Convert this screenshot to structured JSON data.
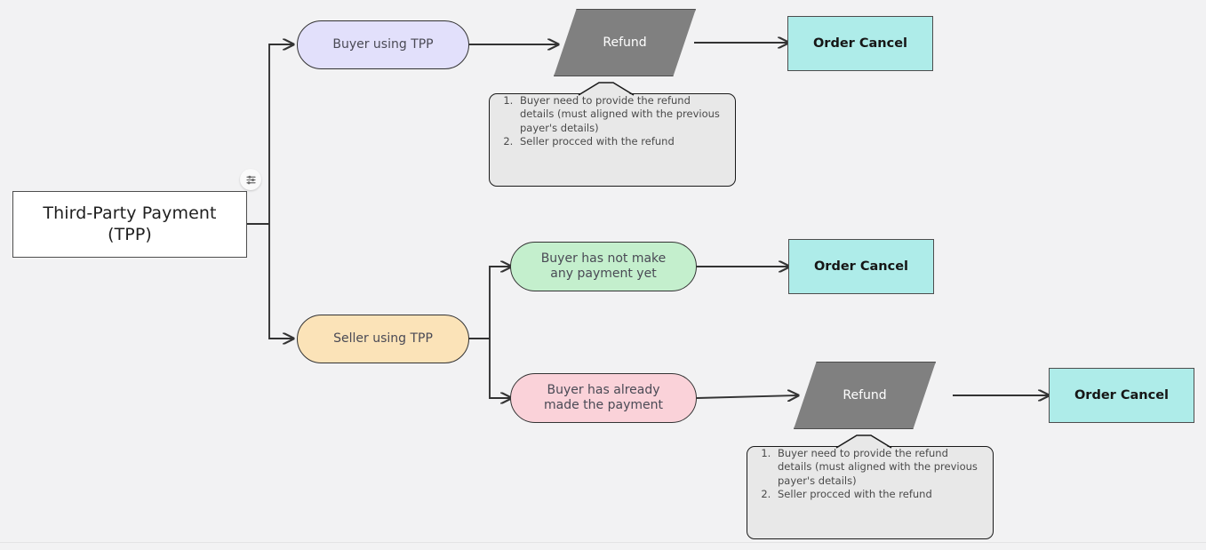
{
  "diagram": {
    "title_node": {
      "line1": "Third-Party Payment",
      "line2": "(TPP)"
    },
    "badge_icon": "settings-sliders-icon",
    "nodes": {
      "buyer_using_tpp": "Buyer using TPP",
      "seller_using_tpp": "Seller using TPP",
      "no_payment_yet": {
        "line1": "Buyer has not make",
        "line2": "any payment yet"
      },
      "already_paid": {
        "line1": "Buyer has already",
        "line2": "made the payment"
      },
      "refund_top": "Refund",
      "refund_bottom": "Refund",
      "order_cancel_1": "Order Cancel",
      "order_cancel_2": "Order Cancel",
      "order_cancel_3": "Order Cancel"
    },
    "notes": {
      "top": {
        "items": [
          "Buyer need to provide the refund details (must aligned with the previous payer's details)",
          "Seller procced with the refund"
        ]
      },
      "bottom": {
        "items": [
          "Buyer need to provide the refund details (must aligned with the previous payer's details)",
          "Seller procced with the refund"
        ]
      }
    },
    "colors": {
      "background": "#f2f2f3",
      "lavender": "#e2e0fb",
      "green": "#c4efcd",
      "peach": "#fbe3b8",
      "pink": "#fad2d9",
      "cyan": "#aeece9",
      "refund_gray": "#808080",
      "note_gray": "#e8e8e8",
      "stroke": "#333333"
    }
  }
}
